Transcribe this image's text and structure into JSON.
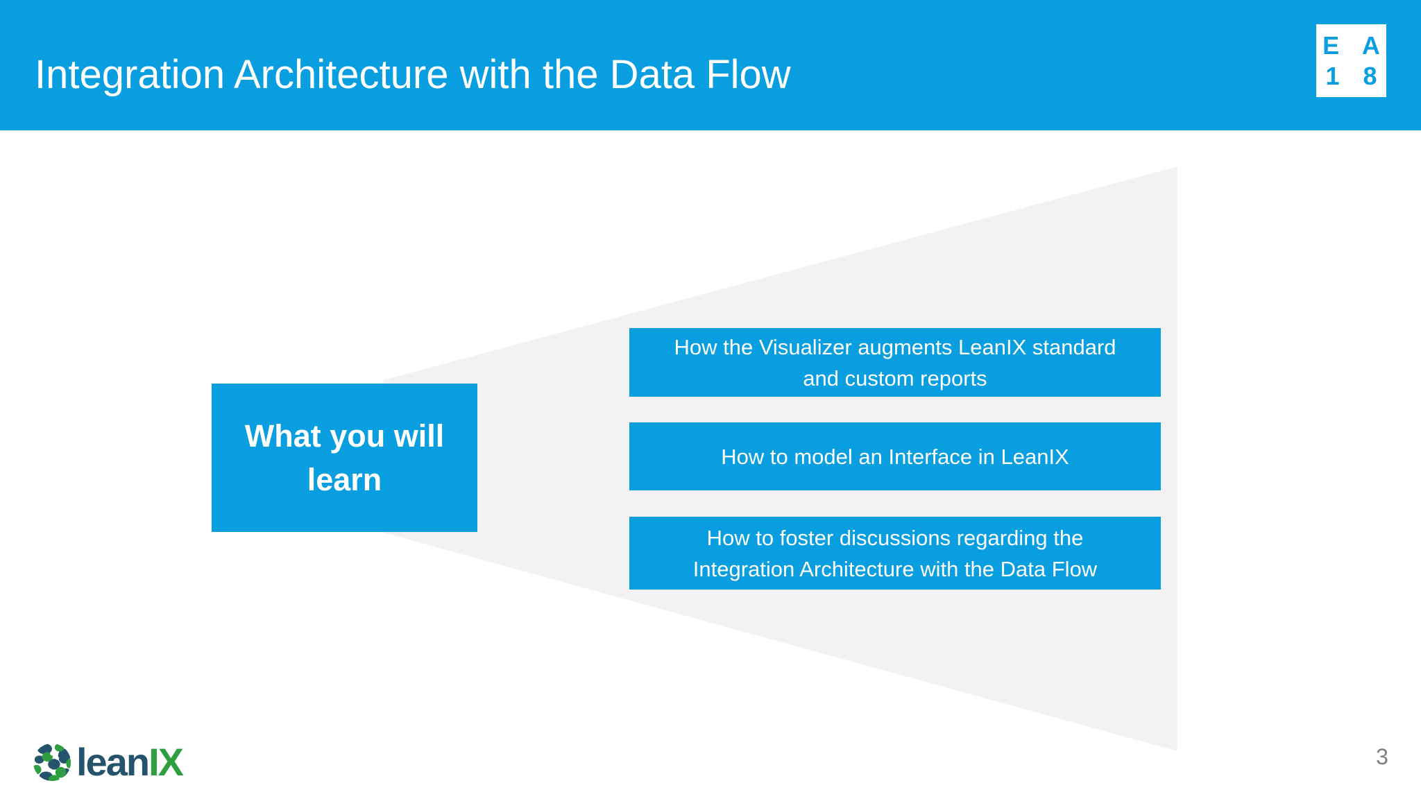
{
  "header": {
    "title": "Integration Architecture with the Data Flow",
    "badge_line1": "E A",
    "badge_line2": "1 8"
  },
  "funnel": {
    "lead_label": "What you will learn",
    "items": [
      "How the Visualizer augments LeanIX standard and custom reports",
      "How to model an Interface in LeanIX",
      "How to foster discussions regarding the Integration Architecture with the Data Flow"
    ]
  },
  "footer": {
    "logo_lean": "lean",
    "logo_ix": "IX",
    "page_number": "3"
  },
  "colors": {
    "accent_blue": "#089EDF",
    "funnel_gray": "#F2F1F4",
    "logo_navy": "#24536B",
    "logo_green": "#2F9E41",
    "page_number_gray": "#7F7F7F"
  }
}
